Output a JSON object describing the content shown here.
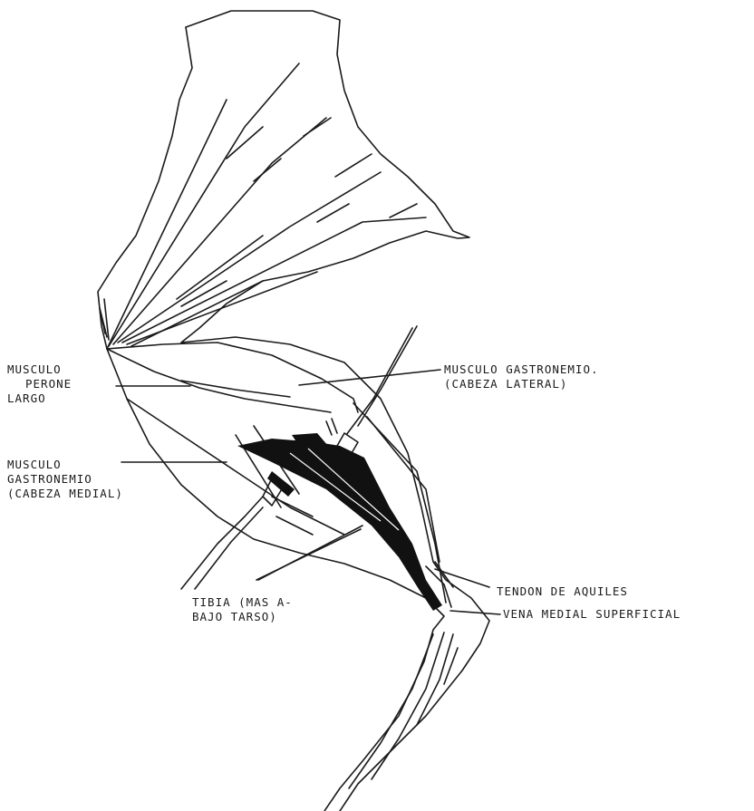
{
  "labels": {
    "peroneo_largo": [
      "MUSCULO",
      "PERONE",
      "LARGO"
    ],
    "gastro_lateral": [
      "MUSCULO GASTRONEMIO.",
      "(CABEZA LATERAL)"
    ],
    "gastro_medial": [
      "MUSCULO",
      "GASTRONEMIO",
      "(CABEZA MEDIAL)"
    ],
    "tibia": [
      "TIBIA (MAS A-",
      "BAJO TARSO)"
    ],
    "tendon": "TENDON DE AQUILES",
    "vena": "VENA MEDIAL SUPERFICIAL"
  }
}
